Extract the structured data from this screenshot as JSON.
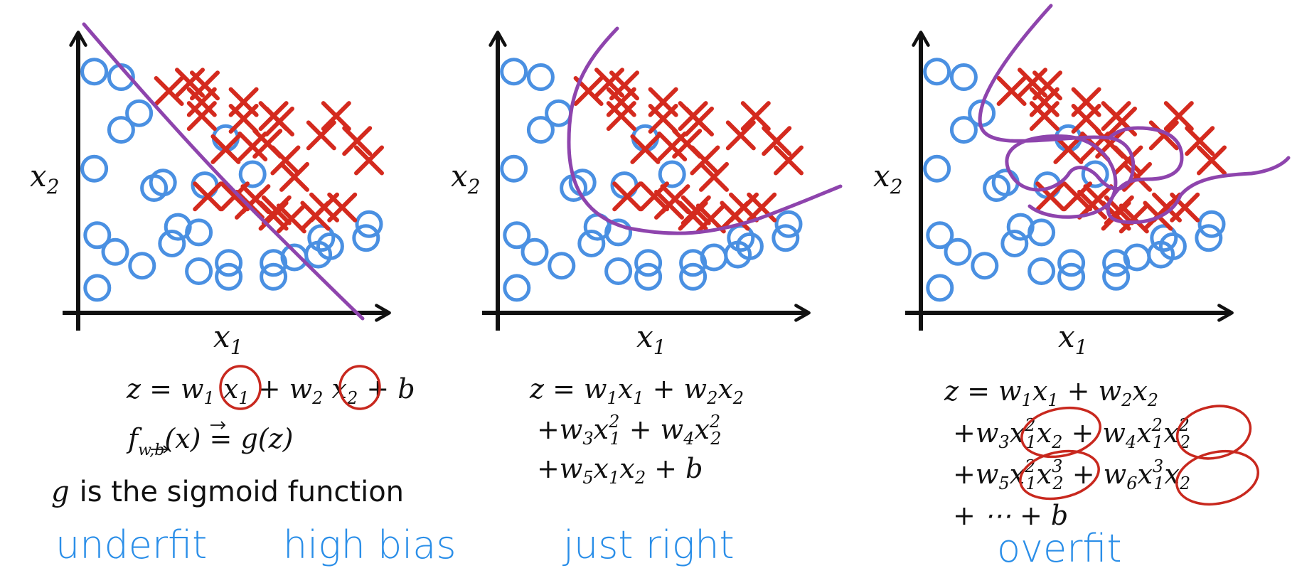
{
  "colors": {
    "positive": "#d42a1e",
    "negative": "#4a90e2",
    "boundary": "#8e44ad",
    "axis": "#111111",
    "caption": "#2a8ee8",
    "highlight": "#c8281e"
  },
  "points": {
    "circles": [
      [
        3,
        48
      ],
      [
        12,
        15
      ],
      [
        3,
        13
      ],
      [
        12,
        34
      ],
      [
        26,
        53
      ],
      [
        4,
        72
      ],
      [
        4,
        91
      ],
      [
        10,
        78
      ],
      [
        23,
        55
      ],
      [
        29,
        75
      ],
      [
        40,
        54
      ],
      [
        47,
        37
      ],
      [
        56,
        50
      ],
      [
        18,
        28
      ],
      [
        19,
        83
      ],
      [
        31,
        69
      ],
      [
        38,
        71
      ],
      [
        38,
        85
      ],
      [
        48,
        87
      ],
      [
        48,
        82
      ],
      [
        63,
        87
      ],
      [
        63,
        82
      ],
      [
        70,
        80
      ],
      [
        78,
        79
      ],
      [
        79,
        73
      ],
      [
        82,
        76
      ],
      [
        94,
        73
      ],
      [
        95,
        68
      ]
    ],
    "crosses": [
      [
        28,
        20
      ],
      [
        35,
        17
      ],
      [
        40,
        18
      ],
      [
        39,
        29
      ],
      [
        39,
        24
      ],
      [
        53,
        24
      ],
      [
        53,
        30
      ],
      [
        63,
        29
      ],
      [
        65,
        31
      ],
      [
        61,
        39
      ],
      [
        67,
        45
      ],
      [
        70,
        51
      ],
      [
        47,
        41
      ],
      [
        56,
        40
      ],
      [
        79,
        36
      ],
      [
        84,
        29
      ],
      [
        91,
        38
      ],
      [
        95,
        45
      ],
      [
        41,
        58
      ],
      [
        50,
        58
      ],
      [
        57,
        59
      ],
      [
        55,
        61
      ],
      [
        63,
        65
      ],
      [
        64,
        63
      ],
      [
        69,
        66
      ],
      [
        77,
        65
      ],
      [
        80,
        62
      ],
      [
        86,
        62
      ]
    ]
  },
  "panels": [
    {
      "id": "underfit",
      "axis_x_label": "x1",
      "axis_y_label": "x2",
      "equation_lines": [
        "z = w₁x₁ + w₂x₂ + b",
        "f w,b (x) = g(z)"
      ],
      "note": "is the sigmoid function",
      "note_symbol": "g",
      "captions": [
        "underfit",
        "high bias"
      ]
    },
    {
      "id": "just-right",
      "axis_x_label": "x1",
      "axis_y_label": "x2",
      "equation_lines": [
        "z = w₁x₁ + w₂x₂",
        "+w₃x₁² + w₄x₂²",
        "+w₅x₁x₂ + b"
      ],
      "captions": [
        "just right"
      ]
    },
    {
      "id": "overfit",
      "axis_x_label": "x1",
      "axis_y_label": "x2",
      "equation_lines": [
        "z = w₁x₁ + w₂x₂",
        "+w₃x₁²x₂ + w₄x₁²x₂²",
        "+w₅x₁²x₂³ + w₆x₁³x₂",
        "+ ⋯ + b"
      ],
      "captions": [
        "overfit"
      ]
    }
  ]
}
